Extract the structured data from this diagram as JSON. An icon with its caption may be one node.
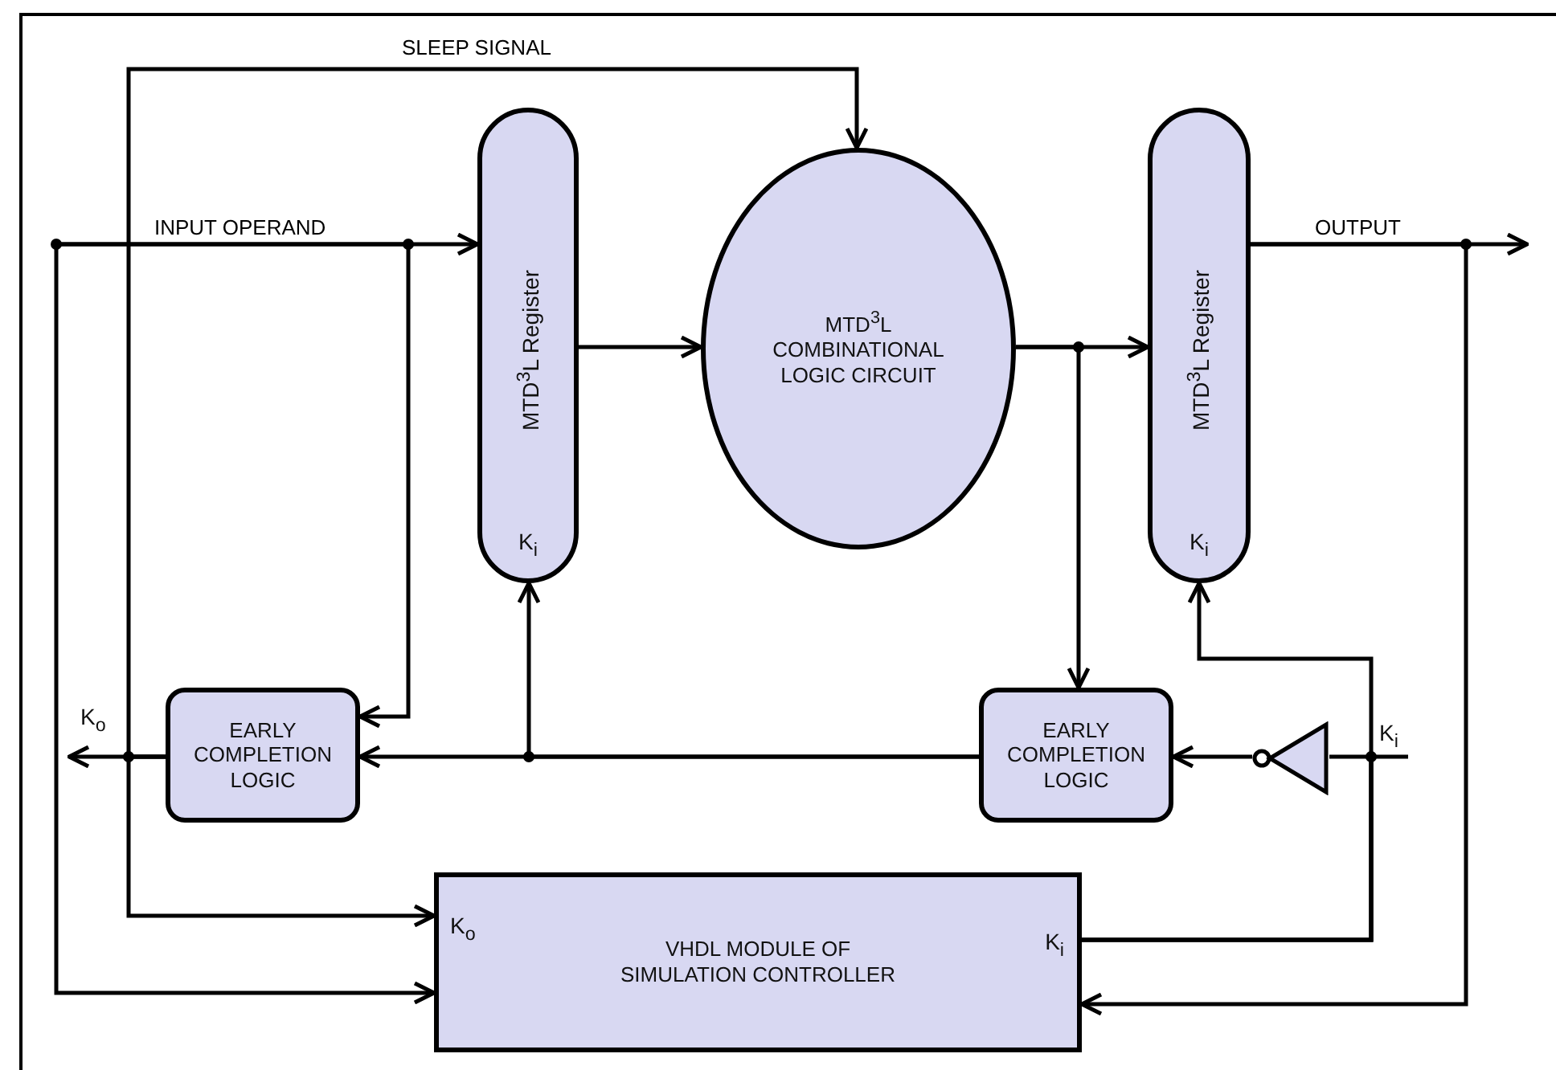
{
  "diagram": {
    "nodes": [
      {
        "text": [
          "MTD$^{3}$L Register",
          "K$_{i}$"
        ]
      },
      {
        "text": [
          "MTD$^{3}$L",
          "COMBINATIONAL LOGIC CIRCUIT"
        ]
      },
      {
        "text": [
          "MTD$^{3}$L Register",
          "K$_{i}$"
        ]
      },
      {
        "text": [
          "EARLY COMPLETION LOGIC"
        ]
      },
      {
        "text": [
          "EARLY COMPLETION LOGIC"
        ]
      },
      {
        "text": [],
        "shape": "triangle"
      },
      {
        "text": [
          "K$_{o}$",
          "VHDL MODULE OF SIMULATION CONTROLLER",
          "K$_{i}$"
        ]
      },
      {
        "text": [
          "K$_{o}$"
        ]
      },
      {
        "text": [
          "K$_{i}$"
        ]
      }
    ],
    "edges": [
      {
        "from": null,
        "to": 0,
        "arrow": "to",
        "label": "INPUT OPERAND"
      },
      {
        "from": null,
        "to": 3,
        "arrow": "to"
      },
      {
        "from": null,
        "to": 6,
        "arrow": "to"
      },
      {
        "from": 0,
        "to": 1,
        "arrow": "to"
      },
      {
        "from": 3,
        "to": 1,
        "arrow": "to",
        "label": "SLEEP SIGNAL"
      },
      {
        "from": 3,
        "to": 7,
        "arrow": "to"
      },
      {
        "from": 3,
        "to": 6,
        "arrow": "to"
      },
      {
        "from": 1,
        "to": 2,
        "arrow": "to"
      },
      {
        "from": 1,
        "to": 4,
        "arrow": "to"
      },
      {
        "from": 2,
        "to": null,
        "arrow": "to",
        "label": "OUTPUT"
      },
      {
        "from": 2,
        "to": 6,
        "arrow": "to"
      },
      {
        "from": 4,
        "to": 3,
        "arrow": "to"
      },
      {
        "from": 4,
        "to": 0,
        "arrow": "to"
      },
      {
        "from": 6,
        "to": 2,
        "arrow": "to"
      },
      {
        "from": 6,
        "to": 5,
        "arrow": "none"
      },
      {
        "from": 5,
        "to": 4,
        "arrow": "to"
      },
      {
        "from": 6,
        "to": 8,
        "arrow": "none"
      }
    ]
  }
}
